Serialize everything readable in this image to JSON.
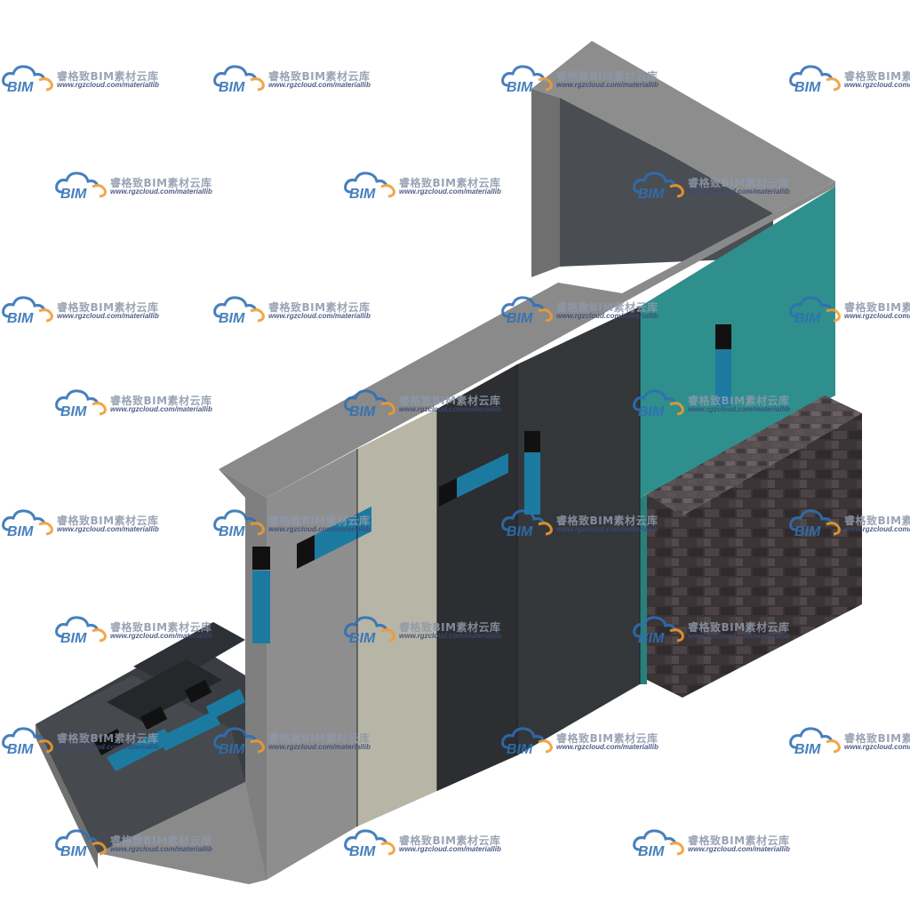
{
  "watermark": {
    "logo_text": "BIM",
    "name": "睿格致BIM素材云库",
    "url": "www.rgzcloud.com/materiallib"
  },
  "colors": {
    "concrete_top": "#8d8d8d",
    "concrete_side": "#6f6f6f",
    "concrete_dark": "#4a4d52",
    "beige_panel": "#b6b5a6",
    "black_panel": "#2c2e31",
    "teal_panel": "#2f8f8c",
    "brick": "#3f383a",
    "label_blue": "#1c7aa0",
    "logo_blue": "#2e6fb5",
    "logo_orange": "#f29a2e"
  }
}
